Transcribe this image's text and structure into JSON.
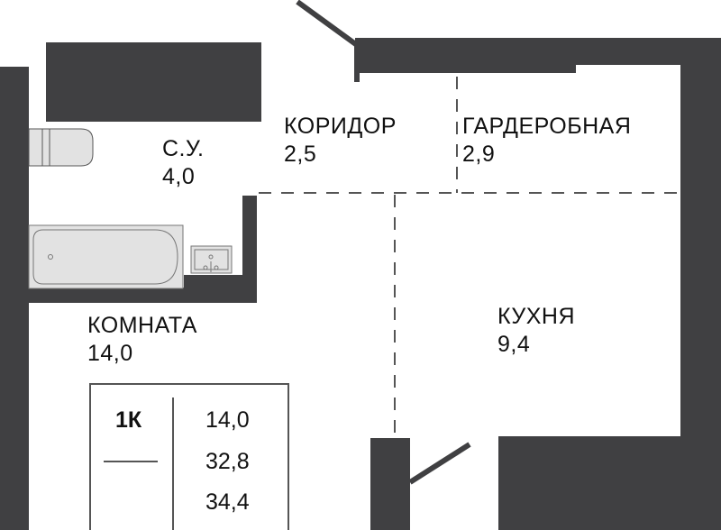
{
  "colors": {
    "wall": "#404042",
    "fixture": "#e2e2e2",
    "line": "#555555"
  },
  "rooms": [
    {
      "name": "С.У.",
      "area": "4,0"
    },
    {
      "name": "КОРИДОР",
      "area": "2,5"
    },
    {
      "name": "ГАРДЕРОБНАЯ",
      "area": "2,9"
    },
    {
      "name": "КОМНАТА",
      "area": "14,0"
    },
    {
      "name": "КУХНЯ",
      "area": "9,4"
    }
  ],
  "summary": {
    "type": "1К",
    "living_area": "14,0",
    "total_area": "32,8",
    "total_area_with_balcony": "34,4"
  }
}
